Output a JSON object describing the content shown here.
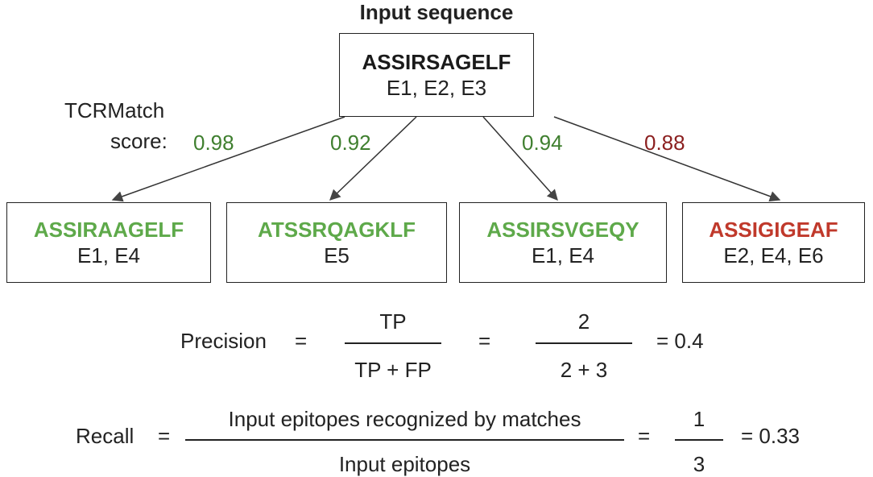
{
  "title": "Input sequence",
  "input": {
    "sequence": "ASSIRSAGELF",
    "epitopes": "E1, E2, E3"
  },
  "score_label_line1": "TCRMatch",
  "score_label_line2": "score:",
  "matches": [
    {
      "sequence": "ASSIRAAGELF",
      "epitopes": "E1, E4",
      "score": "0.98",
      "color": "#5ea94a",
      "score_color": "#3f7f2f"
    },
    {
      "sequence": "ATSSRQAGKLF",
      "epitopes": "E5",
      "score": "0.92",
      "color": "#5ea94a",
      "score_color": "#3f7f2f"
    },
    {
      "sequence": "ASSIRSVGEQY",
      "epitopes": "E1, E4",
      "score": "0.94",
      "color": "#5ea94a",
      "score_color": "#3f7f2f"
    },
    {
      "sequence": "ASSIGIGEAF",
      "epitopes": "E2, E4, E6",
      "score": "0.88",
      "color": "#c0392b",
      "score_color": "#8b1f1f"
    }
  ],
  "precision": {
    "label": "Precision",
    "eq1": "=",
    "num1": "TP",
    "den1": "TP + FP",
    "eq2": "=",
    "num2": "2",
    "den2": "2 + 3",
    "result": "= 0.4"
  },
  "recall": {
    "label": "Recall",
    "eq1": "=",
    "num1": "Input epitopes recognized by matches",
    "den1": "Input epitopes",
    "eq2": "=",
    "num2": "1",
    "den2": "3",
    "result": "= 0.33"
  }
}
